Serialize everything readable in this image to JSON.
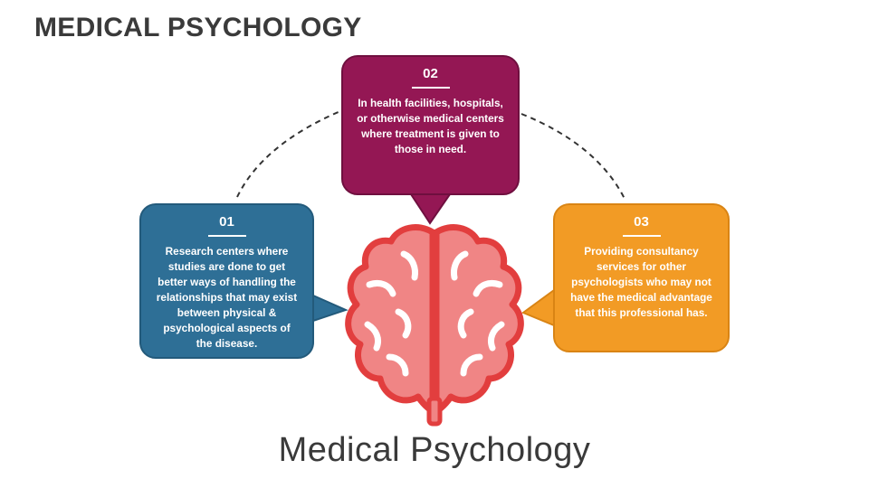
{
  "slide": {
    "title": "MEDICAL PSYCHOLOGY",
    "caption": "Medical Psychology"
  },
  "cards": [
    {
      "number": "01",
      "text": "Research centers where studies are done to get better ways of handling the relationships that may exist between physical & psychological aspects of the disease.",
      "color": "#2e6f96"
    },
    {
      "number": "02",
      "text": "In health facilities, hospitals, or otherwise medical centers where treatment is given to those in need.",
      "color": "#941754"
    },
    {
      "number": "03",
      "text": "Providing consultancy services for other psychologists who may not have the medical advantage that this professional has.",
      "color": "#f29b25"
    }
  ],
  "colors": {
    "brain_fill": "#f08585",
    "brain_outline": "#e23e3e",
    "text_dark": "#3a3a3a"
  },
  "icons": [
    "brain-icon"
  ]
}
